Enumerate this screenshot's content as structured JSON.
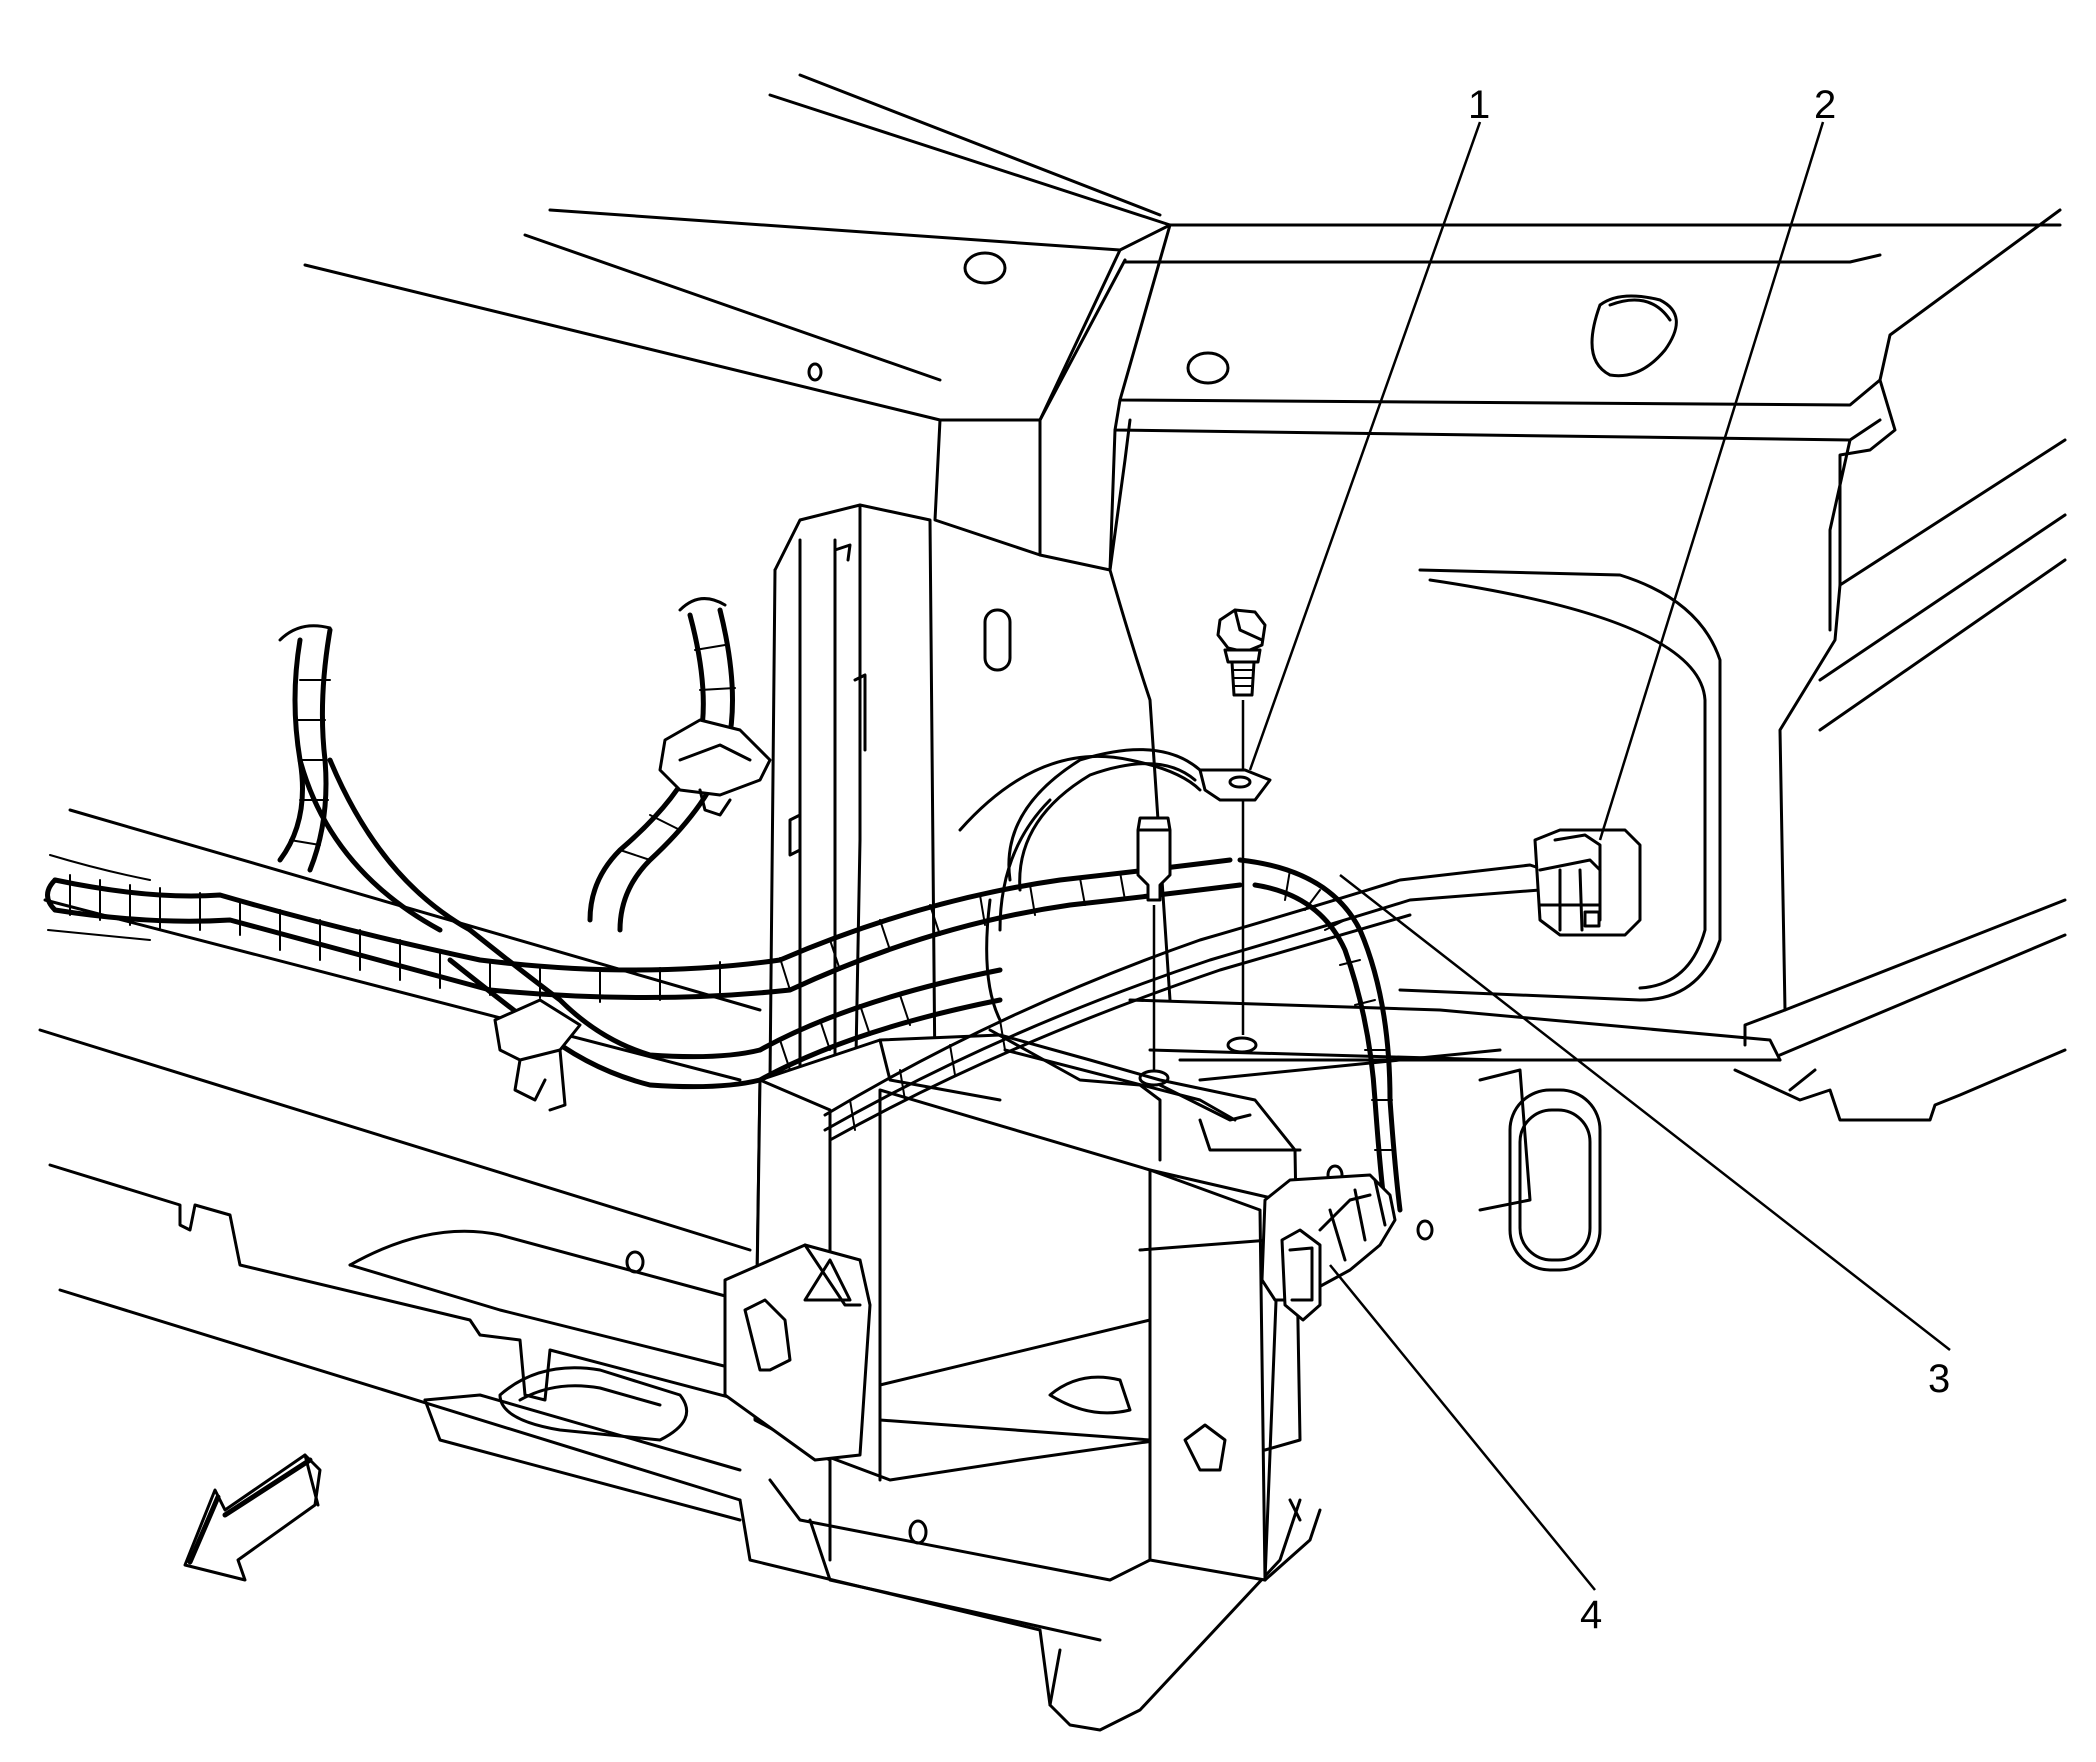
{
  "callouts": [
    {
      "id": "1",
      "label": "1"
    },
    {
      "id": "2",
      "label": "2"
    },
    {
      "id": "3",
      "label": "3"
    },
    {
      "id": "4",
      "label": "4"
    }
  ],
  "icons": {
    "direction_arrow": "front-direction-arrow-icon"
  }
}
